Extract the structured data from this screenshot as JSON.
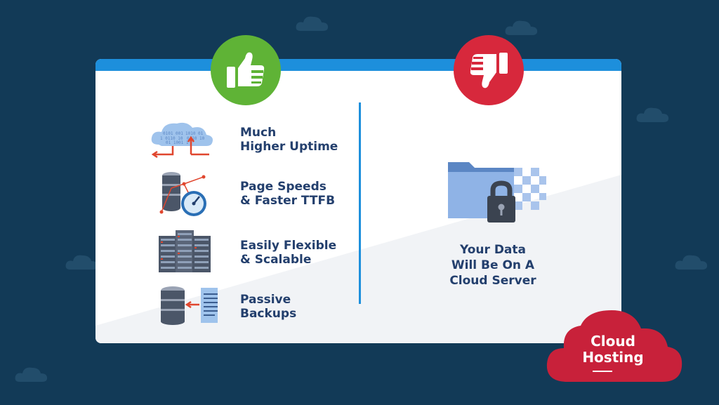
{
  "pros": {
    "badge_icon": "thumbs-up-icon",
    "items": [
      {
        "label": "Much\nHigher Uptime",
        "icon": "cloud-data-icon"
      },
      {
        "label": "Page Speeds\n& Faster TTFB",
        "icon": "database-speedometer-icon"
      },
      {
        "label": "Easily Flexible\n& Scalable",
        "icon": "server-racks-icon"
      },
      {
        "label": "Passive\nBackups",
        "icon": "database-backup-icon"
      }
    ]
  },
  "cons": {
    "badge_icon": "thumbs-down-icon",
    "items": [
      {
        "label": "Your Data\nWill Be On A\nCloud Server",
        "icon": "locked-folder-icon"
      }
    ]
  },
  "badge": {
    "label": "Cloud\nHosting",
    "icon": "cloud-icon"
  },
  "colors": {
    "background": "#123a57",
    "accent_blue": "#1d8fdc",
    "pro_green": "#5fb336",
    "con_red": "#d7283c",
    "text_navy": "#233f6d"
  }
}
